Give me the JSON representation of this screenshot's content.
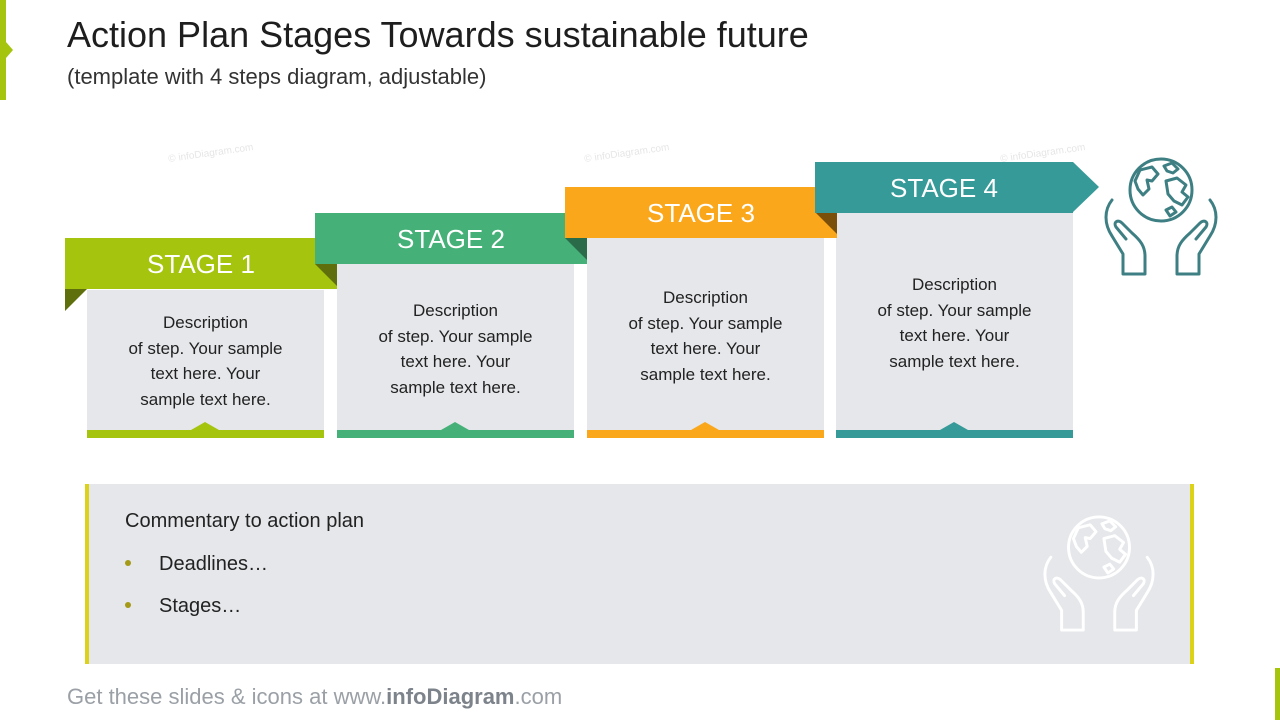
{
  "header": {
    "title": "Action Plan Stages Towards sustainable future",
    "subtitle": "(template with 4 steps diagram, adjustable)"
  },
  "watermark": "© infoDiagram.com",
  "stages": [
    {
      "label": "STAGE 1",
      "description": "Description\nof step. Your sample\ntext here. Your\nsample text here.",
      "color": "#a4c40e",
      "fold_color": "#5f6f0b"
    },
    {
      "label": "STAGE 2",
      "description": "Description\nof step. Your sample\ntext here. Your\nsample text here.",
      "color": "#45b178",
      "fold_color": "#2a6b49"
    },
    {
      "label": "STAGE 3",
      "description": "Description\nof step. Your sample\ntext here. Your\nsample text here.",
      "color": "#fba71b",
      "fold_color": "#7a4f0a"
    },
    {
      "label": "STAGE 4",
      "description": "Description\nof step. Your sample\ntext here. Your\nsample text here.",
      "color": "#369a99",
      "fold_color": "#1d5756"
    }
  ],
  "icons": {
    "top": "globe-in-hands-icon",
    "commentary": "globe-in-hands-icon",
    "top_color": "#3e7f83",
    "commentary_color": "#ffffff"
  },
  "commentary": {
    "title": "Commentary to action plan",
    "bullets": [
      "Deadlines…",
      "Stages…"
    ],
    "border_color": "#ddd21a",
    "bullet_color": "#a49a18"
  },
  "footer": {
    "prefix": "Get these slides & icons at www.",
    "brand": "infoDiagram",
    "suffix": ".com"
  }
}
